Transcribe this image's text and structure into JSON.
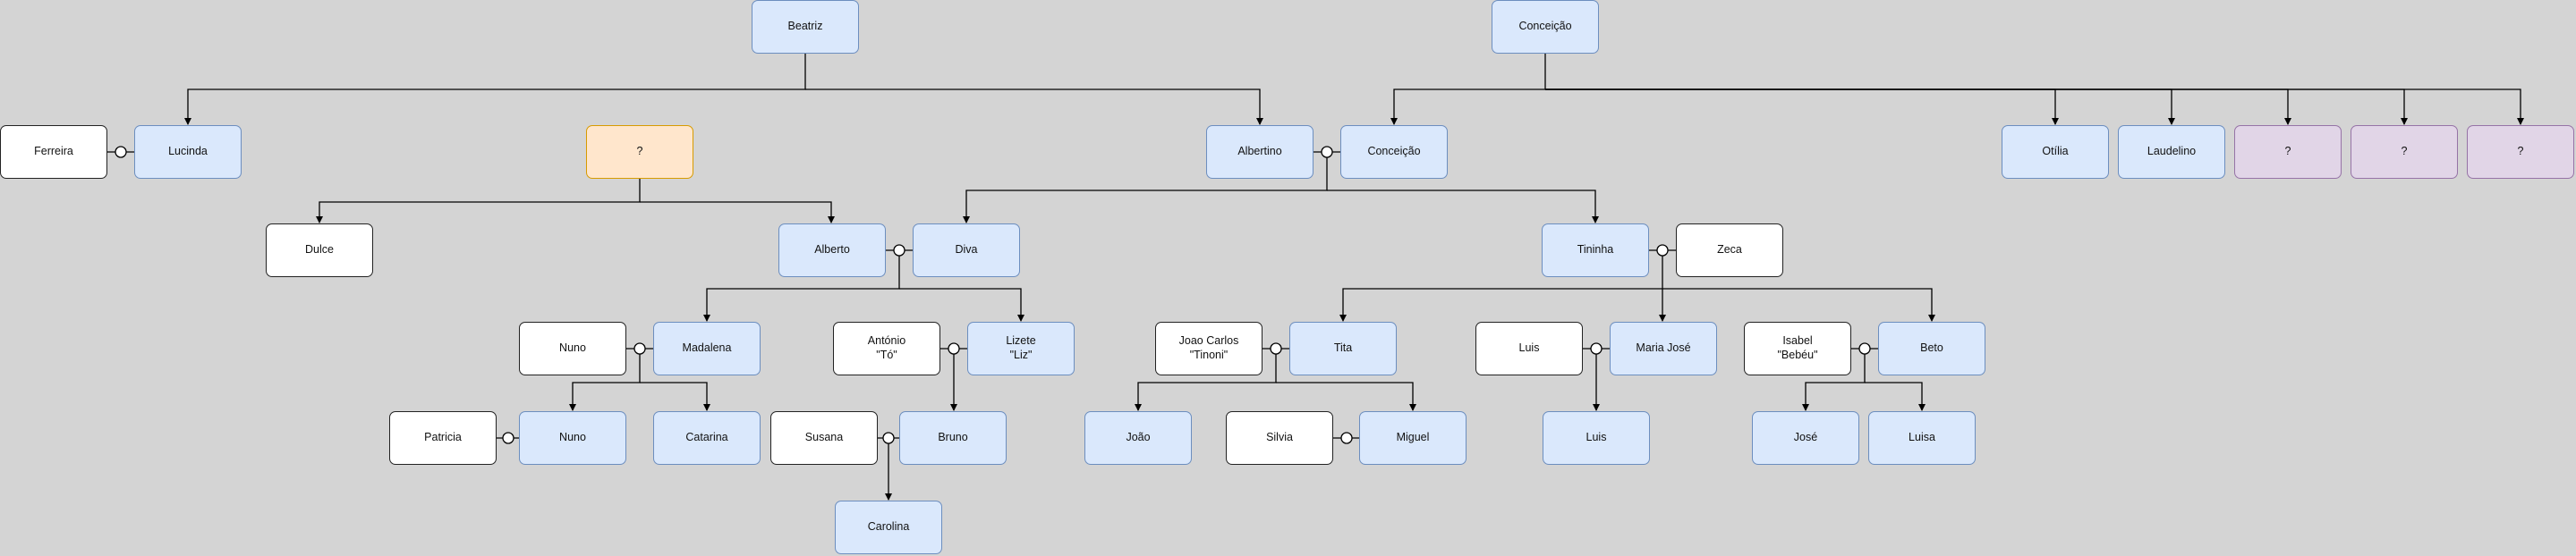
{
  "nodes": {
    "beatriz": "Beatriz",
    "conceicao_top": "Conceição",
    "ferreira": "Ferreira",
    "lucinda": "Lucinda",
    "unknown_orange": "?",
    "albertino": "Albertino",
    "conceicao_mid": "Conceição",
    "otilia": "Otília",
    "laudelino": "Laudelino",
    "unknown_purple_1": "?",
    "unknown_purple_2": "?",
    "unknown_purple_3": "?",
    "dulce": "Dulce",
    "alberto": "Alberto",
    "diva": "Diva",
    "tininha": "Tininha",
    "zeca": "Zeca",
    "nuno_parent": "Nuno",
    "madalena": "Madalena",
    "antonio": "António\n\"Tó\"",
    "lizete": "Lizete\n\"Liz\"",
    "joao_carlos": "Joao Carlos\n\"Tinoni\"",
    "tita": "Tita",
    "luis_parent": "Luis",
    "maria_jose": "Maria José",
    "isabel": "Isabel\n\"Bebéu\"",
    "beto": "Beto",
    "patricia": "Patricia",
    "nuno_child": "Nuno",
    "catarina": "Catarina",
    "susana": "Susana",
    "bruno": "Bruno",
    "joao": "João",
    "silvia": "Silvia",
    "miguel": "Miguel",
    "luis_child": "Luis",
    "jose": "José",
    "luisa": "Luisa",
    "carolina": "Carolina"
  },
  "colors": {
    "blue_fill": "#dae8fc",
    "blue_stroke": "#6c8ebf",
    "white_fill": "#ffffff",
    "orange_fill": "#ffe6cc",
    "orange_stroke": "#d79b00",
    "purple_fill": "#e1d5e7",
    "purple_stroke": "#9673a6",
    "background": "#d4d4d4"
  }
}
